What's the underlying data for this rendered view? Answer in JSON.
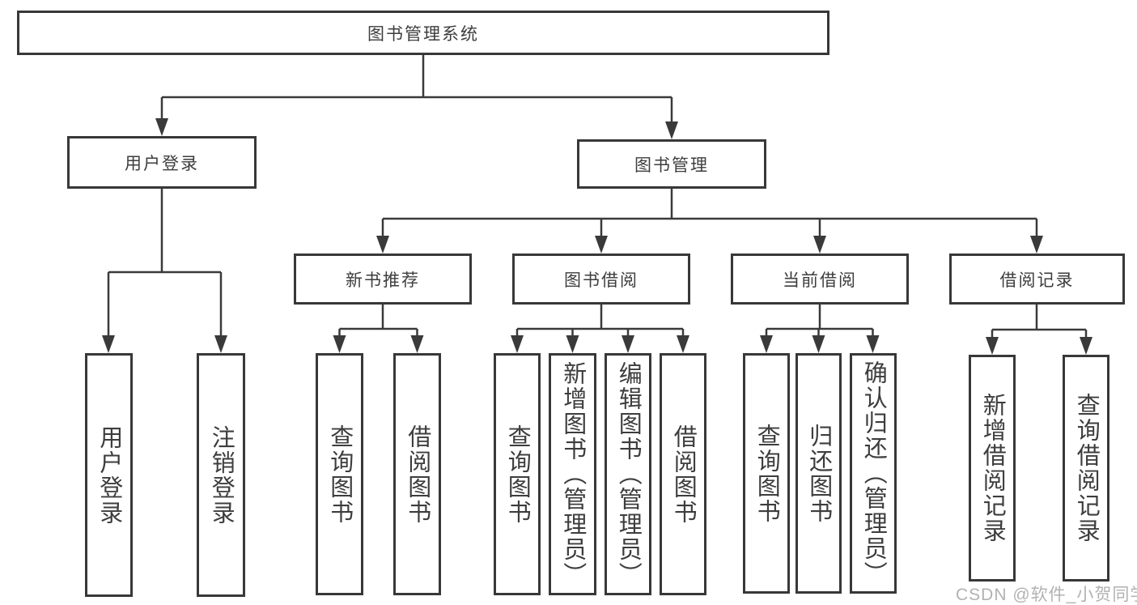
{
  "tree": {
    "label": "图书管理系统",
    "children": [
      {
        "label": "用户登录",
        "children": [
          {
            "label": "用户登录"
          },
          {
            "label": "注销登录"
          }
        ]
      },
      {
        "label": "图书管理",
        "children": [
          {
            "label": "新书推荐",
            "children": [
              {
                "label": "查询图书"
              },
              {
                "label": "借阅图书"
              }
            ]
          },
          {
            "label": "图书借阅",
            "children": [
              {
                "label": "查询图书"
              },
              {
                "label": "新增图书（管理员）"
              },
              {
                "label": "编辑图书（管理员）"
              },
              {
                "label": "借阅图书"
              }
            ]
          },
          {
            "label": "当前借阅",
            "children": [
              {
                "label": "查询图书"
              },
              {
                "label": "归还图书"
              },
              {
                "label": "确认归还（管理员）"
              }
            ]
          },
          {
            "label": "借阅记录",
            "children": [
              {
                "label": "新增借阅记录"
              },
              {
                "label": "查询借阅记录"
              }
            ]
          }
        ]
      }
    ]
  },
  "watermark": {
    "text": "CSDN @软件_小贺同学"
  },
  "colors": {
    "line": "#3a3a3a",
    "border": "#383838",
    "text": "#3d3d3d",
    "watermark": "#b2b2b2",
    "background": "#ffffff"
  }
}
